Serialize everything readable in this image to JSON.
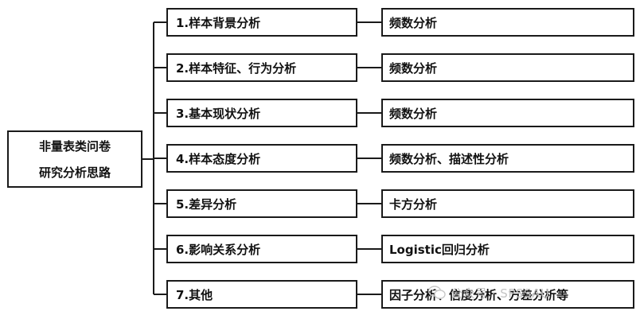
{
  "root": {
    "line1": "非量表类问卷",
    "line2": "研究分析思路"
  },
  "rows": [
    {
      "step": "1.样本背景分析",
      "method": "频数分析"
    },
    {
      "step": "2.样本特征、行为分析",
      "method": "频数分析"
    },
    {
      "step": "3.基本现状分析",
      "method": "频数分析"
    },
    {
      "step": "4.样本态度分析",
      "method": "频数分析、描述性分析"
    },
    {
      "step": "5.差异分析",
      "method": "卡方分析"
    },
    {
      "step": "6.影响关系分析",
      "method": "Logistic回归分析"
    },
    {
      "step": "7.其他",
      "method": "因子分析、信度分析、方差分析等"
    }
  ],
  "watermark": {
    "text": "公众号 · SPSSAU",
    "icon": "wechat-icon"
  },
  "colors": {
    "border": "#1a1a1a",
    "text": "#111111",
    "watermark": "#c4c4c4"
  }
}
